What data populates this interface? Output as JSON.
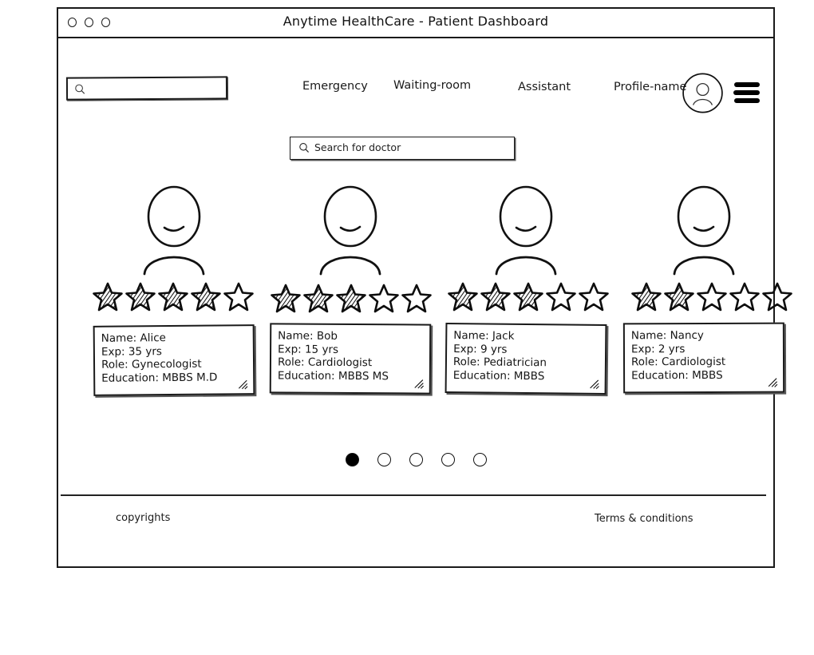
{
  "window": {
    "title": "Anytime HealthCare - Patient Dashboard",
    "controls": [
      "close-circle",
      "minimize-circle",
      "maximize-circle"
    ]
  },
  "topnav": {
    "search": {
      "value": "",
      "placeholder": "",
      "icon": "search-icon"
    },
    "links": [
      {
        "label": "Emergency"
      },
      {
        "label": "Waiting-room"
      },
      {
        "label": "Assistant"
      },
      {
        "label": "Profile-name"
      }
    ],
    "avatar_icon": "user-avatar-icon",
    "menu_icon": "hamburger-menu-icon"
  },
  "doctor_search": {
    "placeholder": "Search for doctor",
    "value": "",
    "icon": "search-icon"
  },
  "doctors": [
    {
      "avatar_icon": "person-avatar-icon",
      "rating": 4,
      "max_rating": 5,
      "name": "Name: Alice",
      "exp": "Exp: 35 yrs",
      "role": "Role: Gynecologist",
      "education": "Education: MBBS M.D"
    },
    {
      "avatar_icon": "person-avatar-icon",
      "rating": 3,
      "max_rating": 5,
      "name": "Name: Bob",
      "exp": "Exp: 15 yrs",
      "role": "Role: Cardiologist",
      "education": "Education: MBBS MS"
    },
    {
      "avatar_icon": "person-avatar-icon",
      "rating": 3,
      "max_rating": 5,
      "name": "Name: Jack",
      "exp": "Exp: 9 yrs",
      "role": "Role: Pediatrician",
      "education": "Education: MBBS"
    },
    {
      "avatar_icon": "person-avatar-icon",
      "rating": 2,
      "max_rating": 5,
      "name": "Name: Nancy",
      "exp": "Exp: 2 yrs",
      "role": "Role: Cardiologist",
      "education": "Education: MBBS"
    }
  ],
  "pagination": {
    "total": 5,
    "active_index": 0
  },
  "footer": {
    "left": "copyrights",
    "right": "Terms & conditions"
  },
  "colors": {
    "ink": "#1a1a1a",
    "page": "#ffffff",
    "active_dot": "#000000"
  }
}
